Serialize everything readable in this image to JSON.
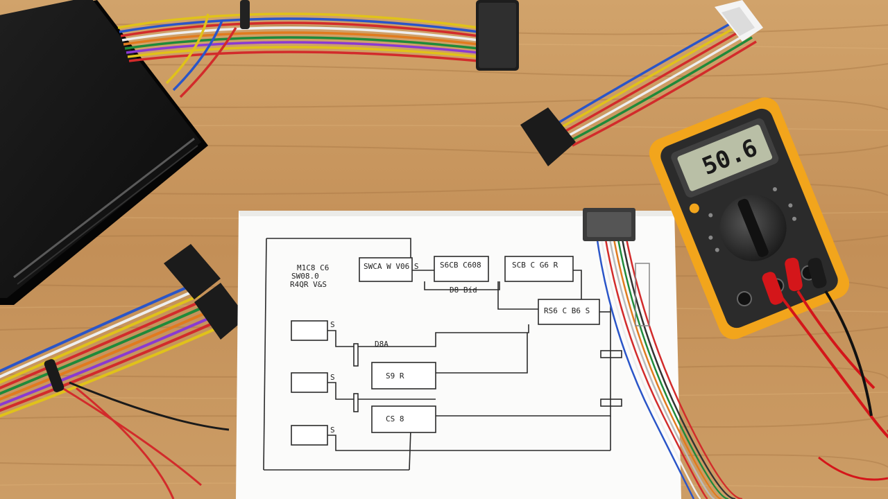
{
  "scene": {
    "description_free": true,
    "colors": {
      "wood": "#c89a63",
      "wood_dark": "#a87443",
      "paper": "#fbfbfa",
      "device": "#141414",
      "multimeter_case": "#f2a51c",
      "multimeter_body": "#2b2b2b",
      "lcd": "#b9bfa6",
      "probe_red": "#d4161a"
    }
  },
  "multimeter": {
    "display": "50.6"
  },
  "schematic": {
    "labels": {
      "left_line1": "M1C8 C6",
      "left_line2": "SW08.0",
      "left_line3": "R4QR V&S",
      "box_a": "SWCA W\nV06 S",
      "box_b": "S6CB\nC608",
      "box_c": "SCB C\nG6 R",
      "mid_label": "D8 Bíd",
      "box_d": "RS6 C\nB6 S",
      "row1_tag": "S",
      "row2_tag": "S",
      "row3_tag": "S",
      "mid_wire_label": "D8A",
      "box_e": "S9 R",
      "box_f": "CS 8"
    }
  }
}
